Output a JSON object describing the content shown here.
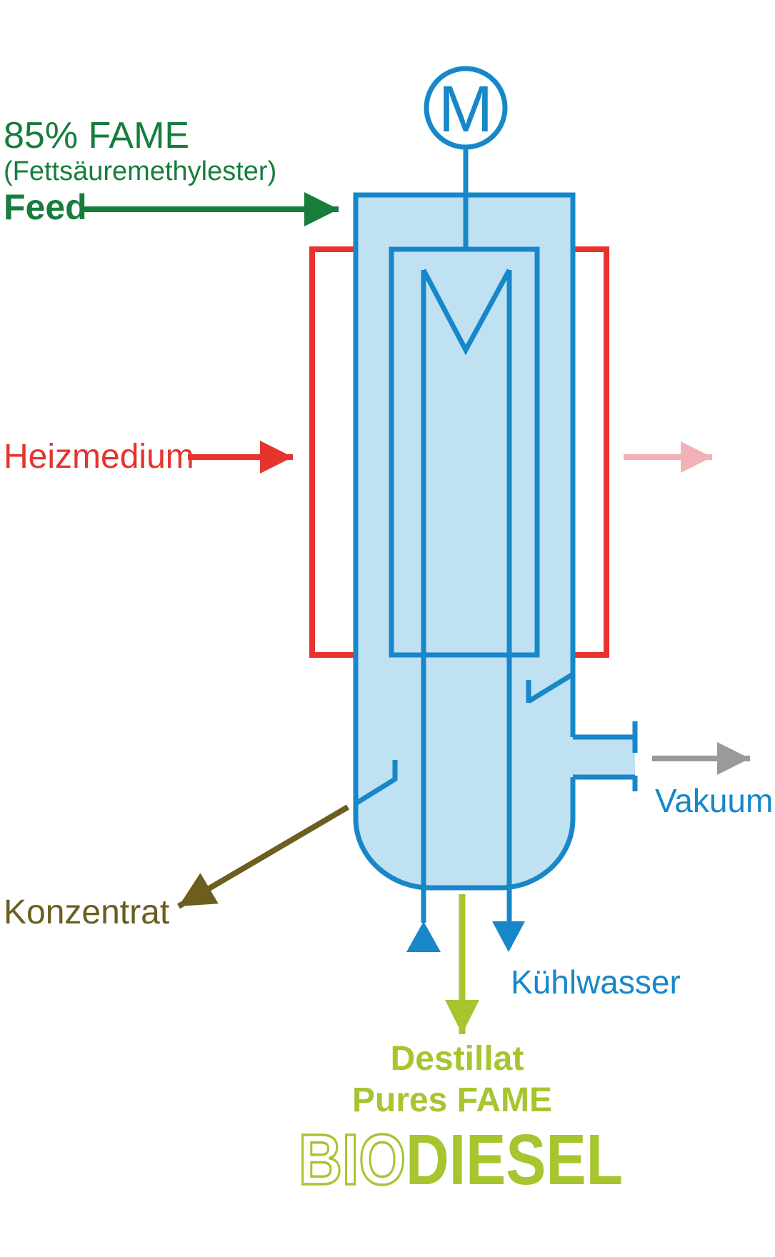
{
  "labels": {
    "motor": "M",
    "feed_line1": "85% FAME",
    "feed_line2": "(Fettsäuremethylester)",
    "feed_line3": "Feed",
    "heating_medium": "Heizmedium",
    "vacuum": "Vakuum",
    "concentrate": "Konzentrat",
    "cooling_water": "Kühlwasser",
    "distillate": "Destillat",
    "pure_fame": "Pures FAME",
    "brand_bio": "BIO",
    "brand_diesel": "DIESEL"
  },
  "colors": {
    "line_blue": "#1787c9",
    "fill_light_blue": "#bfe1f2",
    "feed_green": "#177d3d",
    "heating_red": "#e6332e",
    "heating_out_pink": "#f2b2b5",
    "vacuum_gray": "#9a9a9a",
    "concentrate_olive": "#6b5e1e",
    "distillate_lime": "#a6c52e"
  }
}
